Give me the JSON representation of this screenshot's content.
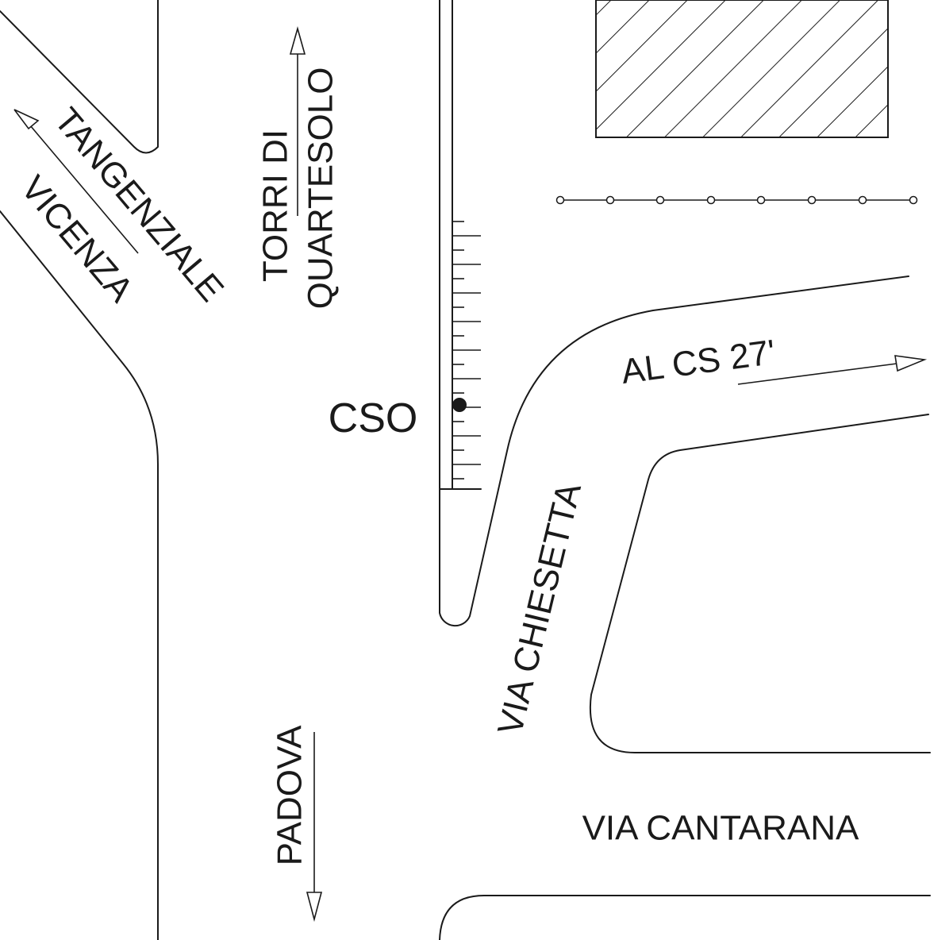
{
  "labels": {
    "tangenziale": "TANGENZIALE",
    "vicenza": "VICENZA",
    "torri_di": "TORRI DI",
    "quartesolo": "QUARTESOLO",
    "al_cs": "AL CS 27'",
    "cso": "CSO",
    "via_chiesetta": "VIA CHIESETTA",
    "padova": "PADOVA",
    "via_cantarana": "VIA CANTARANA"
  },
  "colors": {
    "ink": "#1a1a1a",
    "background": "#ffffff"
  }
}
